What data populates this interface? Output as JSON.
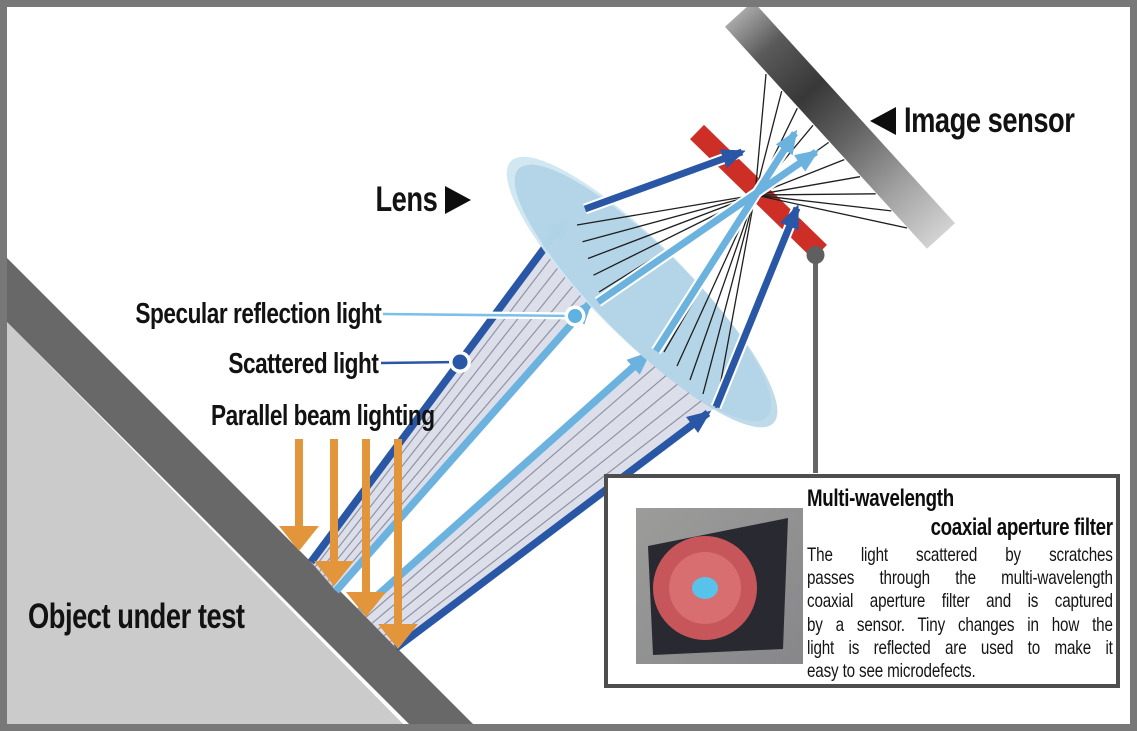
{
  "labels": {
    "lens": "Lens",
    "image_sensor": "Image sensor",
    "specular_reflection": "Specular reflection light",
    "scattered": "Scattered light",
    "parallel_beam": "Parallel beam lighting",
    "object_under_test": "Object under test"
  },
  "inset": {
    "title_line1": "Multi-wavelength",
    "title_line2": "coaxial aperture filter",
    "body_lines": [
      "The light scattered by scratches",
      "passes through the multi-wavelength",
      "coaxial aperture filter and is captured",
      "by a sensor. Tiny changes in how the",
      "light is reflected are used to make it",
      "easy to see microdefects."
    ]
  },
  "colors": {
    "dark_blue_ray": "#2a57a5",
    "light_blue_ray": "#6bb2de",
    "beam_fill": "#d9dce7",
    "beam_hatch": "#8f93a3",
    "lens_fill": "#a9cfe3",
    "aperture_filter_red": "#cd2e26",
    "lighting_orange": "#e2953b",
    "object_band_gray": "#686868",
    "object_fill_gray": "#cbcbcb",
    "sensor_dark": "#3a3a3a",
    "frame_gray": "#787878",
    "photo_ring_red": "#d2595e",
    "photo_center_cyan": "#57c3ea"
  }
}
